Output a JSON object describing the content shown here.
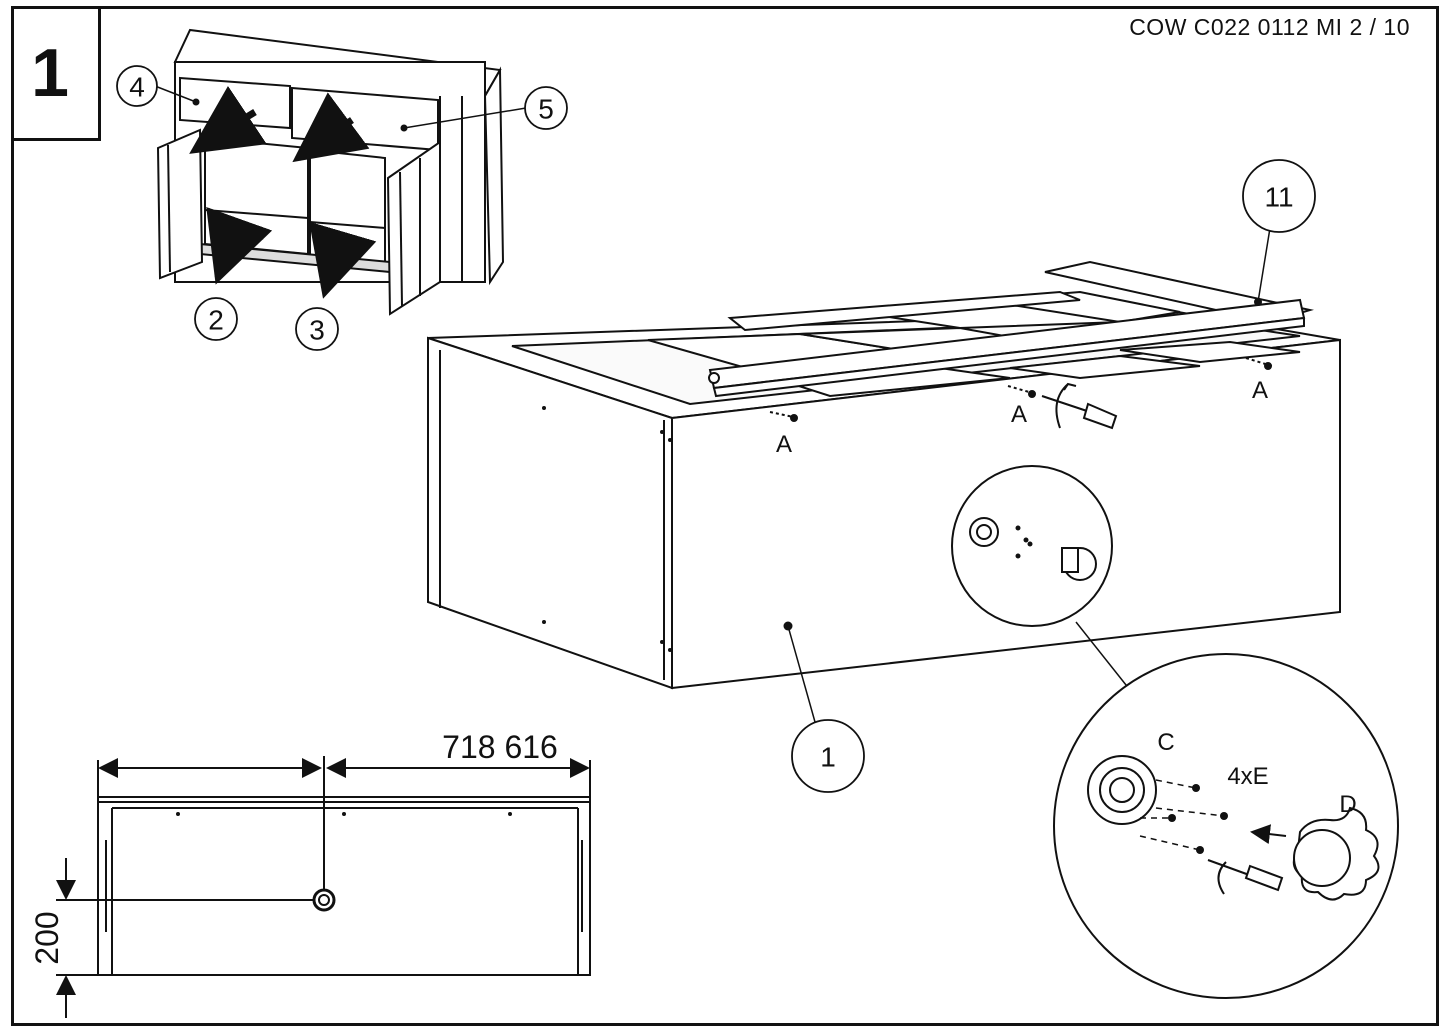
{
  "step": {
    "number": "1"
  },
  "document_code": "COW C022 0112 MI  2 / 10",
  "callouts": {
    "c4": "4",
    "c5": "5",
    "c2": "2",
    "c3": "3",
    "c11": "11",
    "c1": "1"
  },
  "hardware": {
    "a1": "A",
    "a2": "A",
    "a3": "A",
    "c": "C",
    "e": "4xE",
    "d": "D"
  },
  "dimensions": {
    "horizontal": "718  616",
    "vertical": "200"
  }
}
